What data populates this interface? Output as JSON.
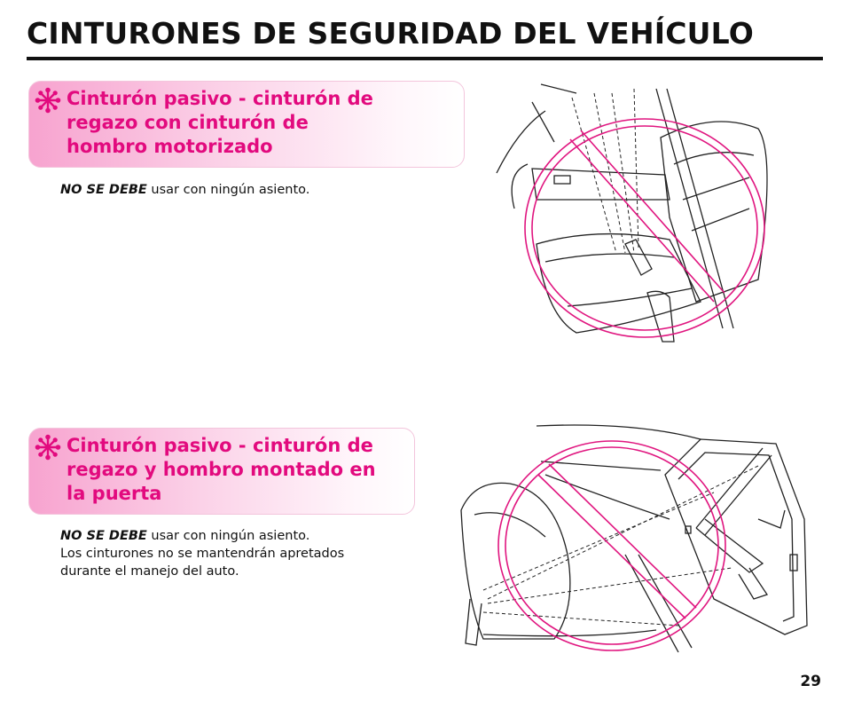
{
  "page": {
    "title": "CINTURONES DE SEGURIDAD DEL VEHÍCULO",
    "page_number": "29"
  },
  "sections": [
    {
      "heading_lines": [
        "Cinturón pasivo - cinturón de",
        "regazo con cinturón de",
        "hombro motorizado"
      ],
      "emphasis": "NO SE DEBE",
      "text": "usar con ningún asiento.",
      "extra_lines": []
    },
    {
      "heading_lines": [
        "Cinturón pasivo - cinturón de",
        "regazo y hombro montado en",
        "la puerta"
      ],
      "emphasis": "NO SE DEBE",
      "text": "usar con ningún asiento.",
      "extra_lines": [
        "Los cinturones no se mantendrán apretados",
        "durante el manejo del auto."
      ]
    }
  ],
  "colors": {
    "accent": "#e20a7e",
    "banner_start": "#f7a3cf",
    "prohibition": "#e0157f",
    "text": "#111111"
  },
  "icons": [
    "asterisk-flower-icon",
    "prohibition-sign-icon"
  ]
}
